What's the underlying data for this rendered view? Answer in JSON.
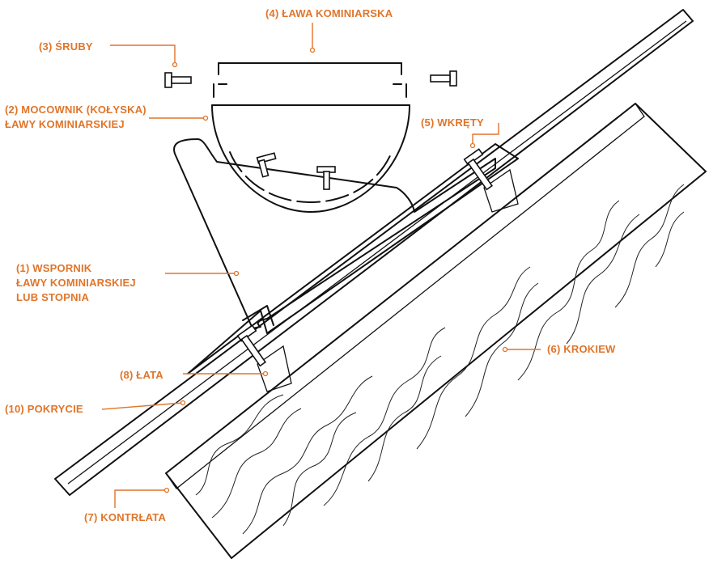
{
  "colors": {
    "label": "#e0752a",
    "ink": "#111111",
    "background": "#ffffff"
  },
  "labels": {
    "lawa": "(4) ŁAWA KOMINIARSKA",
    "sruby": "(3) ŚRUBY",
    "mocownik_1": "(2) MOCOWNIK (KOŁYSKA)",
    "mocownik_2": "ŁAWY KOMINIARSKIEJ",
    "wkrety": "(5) WKRĘTY",
    "wspornik_1": "(1) WSPORNIK",
    "wspornik_2": "ŁAWY KOMINIARSKIEJ",
    "wspornik_3": "LUB STOPNIA",
    "krokiew": "(6) KROKIEW",
    "lata": "(8) ŁATA",
    "pokrycie": "(10) POKRYCIE",
    "kontrlata": "(7) KONTRŁATA"
  }
}
